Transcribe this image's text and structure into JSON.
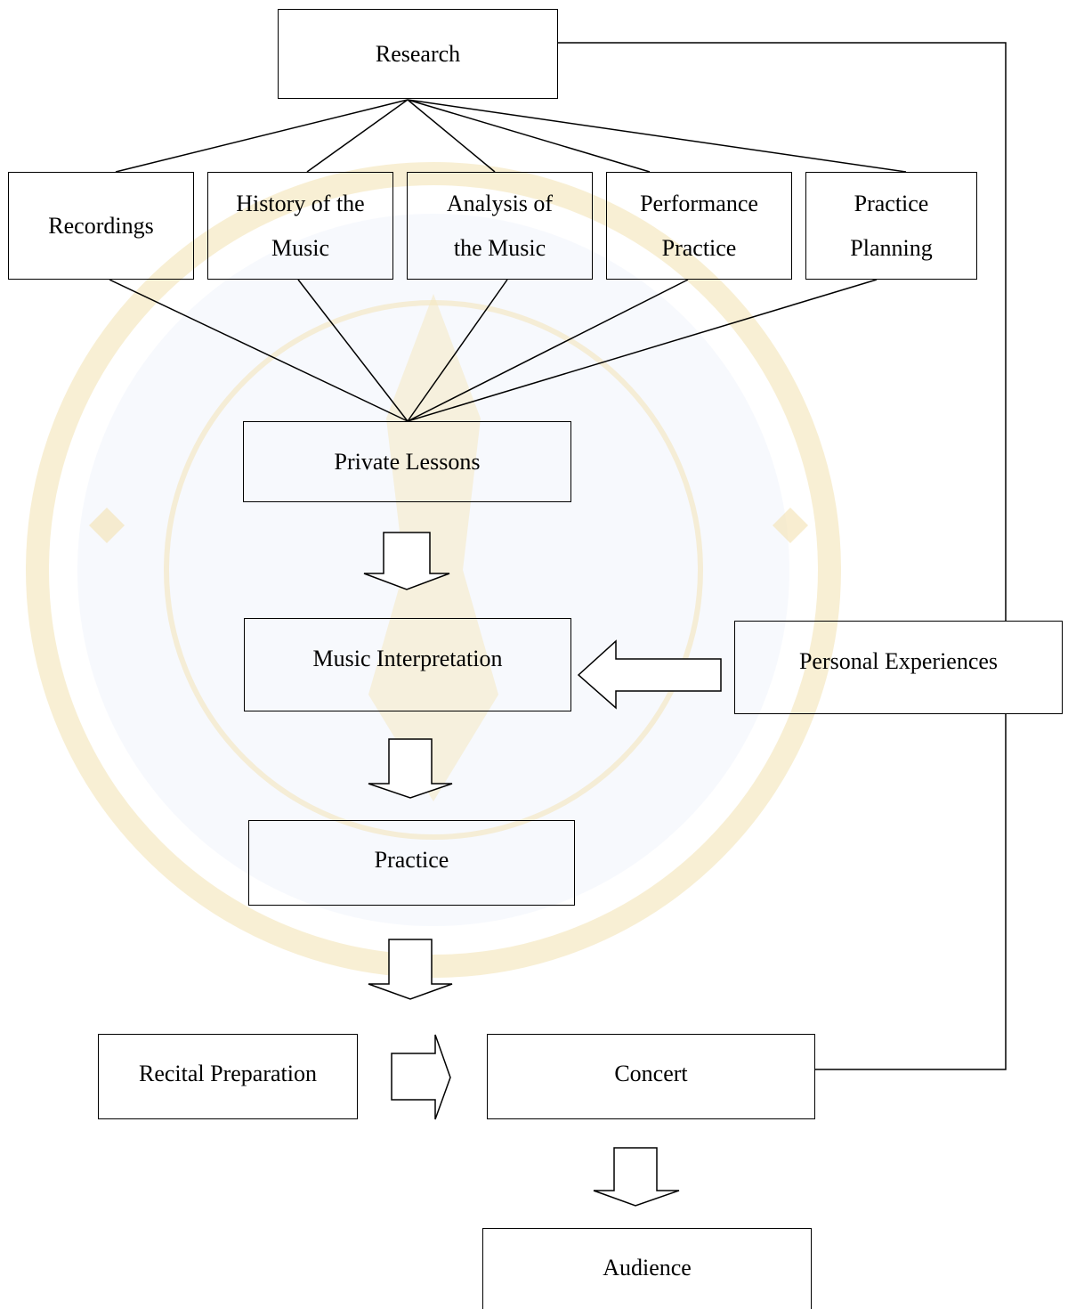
{
  "nodes": {
    "research": "Research",
    "recordings": "Recordings",
    "history": "History of the Music",
    "analysis": "Analysis of the Music",
    "performance": "Performance Practice",
    "planning": "Practice Planning",
    "private_lessons": "Private Lessons",
    "music_interpretation": "Music Interpretation",
    "personal_experiences": "Personal Experiences",
    "practice": "Practice",
    "recital_preparation": "Recital Preparation",
    "concert": "Concert",
    "audience": "Audience"
  },
  "watermark": {
    "present": true,
    "color": "#f0d79a"
  },
  "colors": {
    "stroke": "#000000",
    "background": "#ffffff"
  }
}
